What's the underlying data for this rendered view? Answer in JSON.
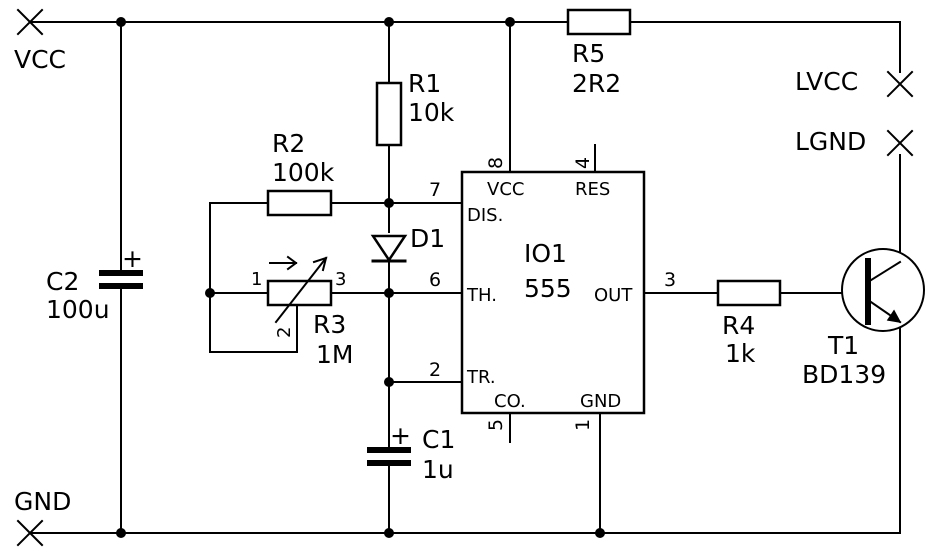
{
  "terminals": {
    "vcc": "VCC",
    "gnd": "GND",
    "lvcc": "LVCC",
    "lgnd": "LGND"
  },
  "components": {
    "r1": {
      "ref": "R1",
      "value": "10k"
    },
    "r2": {
      "ref": "R2",
      "value": "100k"
    },
    "r3": {
      "ref": "R3",
      "value": "1M",
      "pin1": "1",
      "pin2": "2",
      "pin3": "3"
    },
    "r4": {
      "ref": "R4",
      "value": "1k"
    },
    "r5": {
      "ref": "R5",
      "value": "2R2"
    },
    "c1": {
      "ref": "C1",
      "value": "1u",
      "polarity": "+"
    },
    "c2": {
      "ref": "C2",
      "value": "100u",
      "polarity": "+"
    },
    "d1": {
      "ref": "D1"
    },
    "t1": {
      "ref": "T1",
      "value": "BD139"
    },
    "io1": {
      "ref": "IO1",
      "value": "555",
      "pins": {
        "vcc": {
          "label": "VCC",
          "number": "8"
        },
        "res": {
          "label": "RES",
          "number": "4"
        },
        "dis": {
          "label": "DIS.",
          "number": "7"
        },
        "th": {
          "label": "TH.",
          "number": "6"
        },
        "tr": {
          "label": "TR.",
          "number": "2"
        },
        "out": {
          "label": "OUT",
          "number": "3"
        },
        "co": {
          "label": "CO.",
          "number": "5"
        },
        "gnd": {
          "label": "GND",
          "number": "1"
        }
      }
    }
  }
}
